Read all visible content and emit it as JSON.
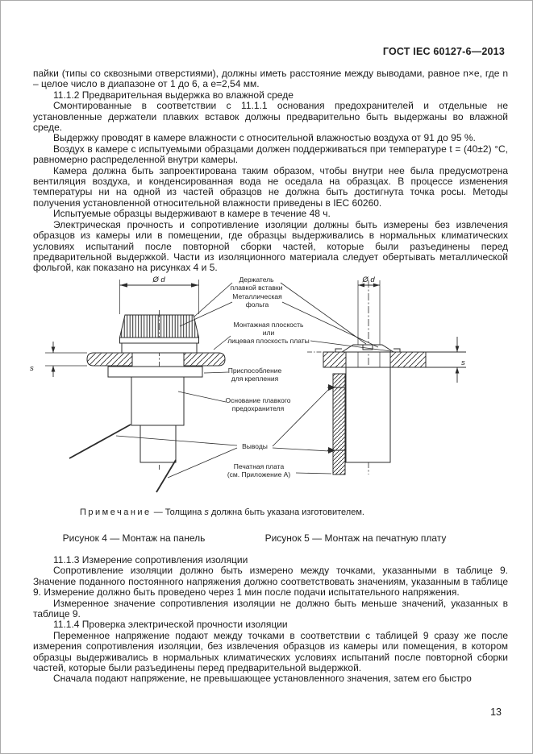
{
  "document": {
    "header": "ГОСТ IEC 60127-6—2013",
    "page_number": "13"
  },
  "sections": {
    "intro": "пайки (типы со сквозными отверстиями), должны иметь расстояние между выводами, равное n×e, где n – целое число в диапазоне от 1 до 6, а е=2,54 мм.",
    "h_11_1_2": "11.1.2 Предварительная выдержка во влажной среде",
    "p_mounted": "Смонтированные в соответствии с 11.1.1 основания предохранителей и отдельные не установленные держатели плавких вставок должны предварительно быть выдержаны во влажной среде.",
    "p_humidity": "Выдержку проводят в камере влажности с относительной влажностью воздуха от 91 до 95 %.",
    "p_air": "Воздух в камере с испытуемыми образцами должен поддерживаться при температуре t = (40±2) °С, равномерно распределенной внутри камеры.",
    "p_chamber": "Камера должна быть запроектирована таким образом, чтобы внутри нее была предусмотрена вентиляция воздуха, и конденсированная вода не оседала на образцах. В процессе изменения температуры ни на одной из частей образцов не должна быть достигнута точка росы. Методы получения установленной относительной влажности приведены в IEC 60260.",
    "p_duration": "Испытуемые образцы выдерживают в камере в течение 48 ч.",
    "p_electric": "Электрическая прочность и сопротивление изоляции должны быть измерены без извлечения образцов из камеры или в помещении, где образцы выдерживались в нормальных климатических условиях испытаний после повторной сборки частей, которые были разъединены перед предварительной выдержкой. Части из изоляционного материала следует обертывать металлической фольгой, как показано на рисунках 4 и 5.",
    "h_11_1_3": "11.1.3 Измерение сопротивления изоляции",
    "p_resistance": "Сопротивление изоляции должно быть измерено между точками, указанными в таблице 9. Значение поданного постоянного напряжения должно соответствовать значениям, указанным в таблице 9. Измерение должно быть проведено через 1 мин после подачи испытательного напряжения.",
    "p_measured": "Измеренное значение сопротивления изоляции не должно быть меньше значений, указанных в таблице 9.",
    "h_11_1_4": "11.1.4 Проверка электрической прочности изоляции",
    "p_ac": "Переменное напряжение подают между точками в соответствии с таблицей 9 сразу же после измерения сопротивления изоляции, без извлечения образцов из камеры или помещения, в котором образцы выдерживались в нормальных климатических условиях испытаний после повторной сборки частей, которые были разъединены перед предварительной выдержкой.",
    "p_ramp": "Сначала подают напряжение, не превышающее установленного значения, затем его быстро"
  },
  "note": {
    "label": "Примечание",
    "text": " — Толщина ",
    "variable": "s",
    "rest": " должна быть указана изготовителем."
  },
  "figures": {
    "caption_fig4": "Рисунок 4 — Монтаж на панель",
    "caption_fig5": "Рисунок 5 — Монтаж на печатную плату",
    "dim_diameter": "Ø d",
    "dim_thickness": "s",
    "labels": {
      "holder": "Держатель\nплавкой вставки",
      "foil": "Металлическая\nфольга",
      "mounting_plane": "Монтажная плоскость\nили\nлицевая плоскость платы",
      "fixture": "Приспособление\nдля крепления",
      "fuse_base": "Основание плавкого\nпредохранителя",
      "leads": "Выводы",
      "pcb": "Печатная плата\n(см. Приложение А)"
    }
  }
}
